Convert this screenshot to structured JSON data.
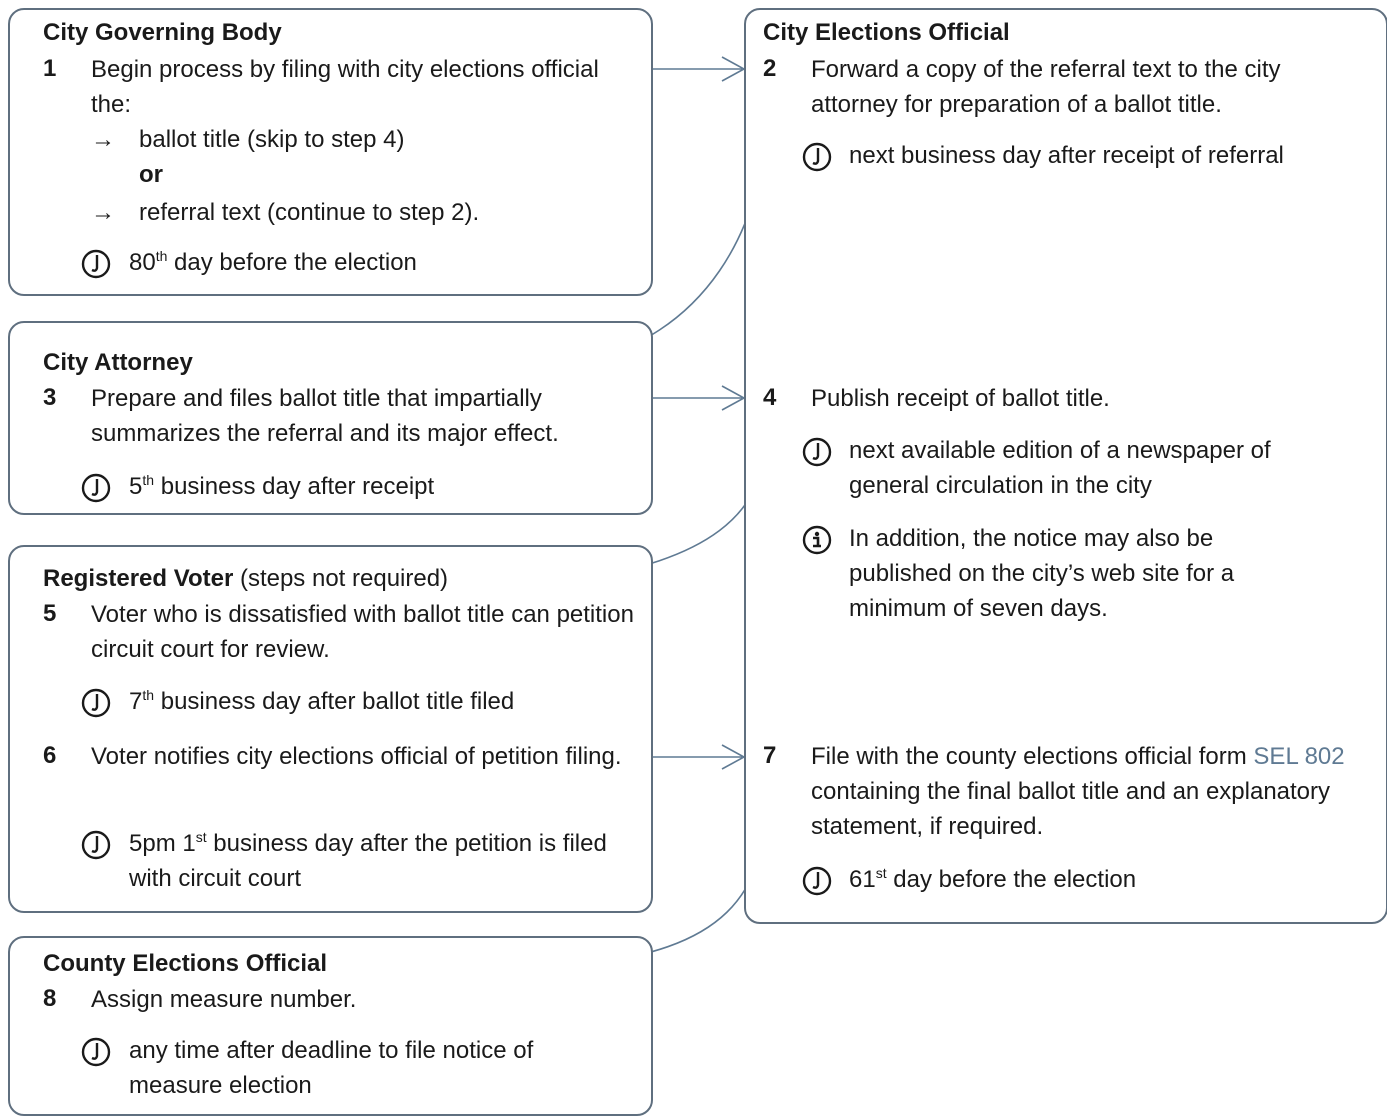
{
  "city_governing_body": {
    "title": "City Governing Body",
    "step1": {
      "num": "1",
      "text": "Begin process by filing with city elections official the:",
      "option1": "ballot title (skip to step 4)",
      "or": "or",
      "option2": "referral text (continue to step 2).",
      "deadline": {
        "ordinal": "80",
        "sup": "th",
        "rest": " day before the election"
      }
    }
  },
  "city_attorney": {
    "title": "City Attorney",
    "step3": {
      "num": "3",
      "text": "Prepare and files ballot title that impartially summarizes the referral and its major effect.",
      "deadline": {
        "ordinal": "5",
        "sup": "th",
        "rest": " business day after receipt"
      }
    }
  },
  "registered_voter": {
    "title": "Registered Voter",
    "title_extra": " (steps not required)",
    "step5": {
      "num": "5",
      "text": "Voter who is dissatisfied with ballot title can petition circuit court for review.",
      "deadline": {
        "ordinal": "7",
        "sup": "th",
        "rest": " business day after ballot title filed"
      }
    },
    "step6": {
      "num": "6",
      "text": "Voter notifies city elections official of petition filing.",
      "deadline": {
        "pre": "5pm 1",
        "sup": "st",
        "rest": " business day after the petition is filed with circuit court"
      }
    }
  },
  "county_elections_official": {
    "title": "County Elections Official",
    "step8": {
      "num": "8",
      "text": "Assign measure number.",
      "deadline": "any time after deadline to file notice of measure election"
    }
  },
  "city_elections_official": {
    "title": "City Elections Official",
    "step2": {
      "num": "2",
      "text": "Forward a copy of the referral text to the city attorney for preparation of a ballot title.",
      "deadline": "next business day after receipt of referral"
    },
    "step4": {
      "num": "4",
      "text": "Publish receipt of ballot title.",
      "deadline": "next available edition of a newspaper of general circulation in the city",
      "info": "In addition, the notice may also be published on the city’s web site for a minimum of seven days."
    },
    "step7": {
      "num": "7",
      "text_pre": "File with the county elections official form ",
      "link": "SEL 802",
      "text_post": " containing the final ballot title and an explanatory statement, if required.",
      "deadline": {
        "ordinal": "61",
        "sup": "st",
        "rest": " day before the election"
      }
    }
  },
  "icons": {
    "clock": "clock-icon",
    "info": "info-icon",
    "arrow": "right-arrow-icon"
  },
  "colors": {
    "border": "#5f6f7f",
    "link": "#5f7a93",
    "text": "#1a1a1a"
  }
}
